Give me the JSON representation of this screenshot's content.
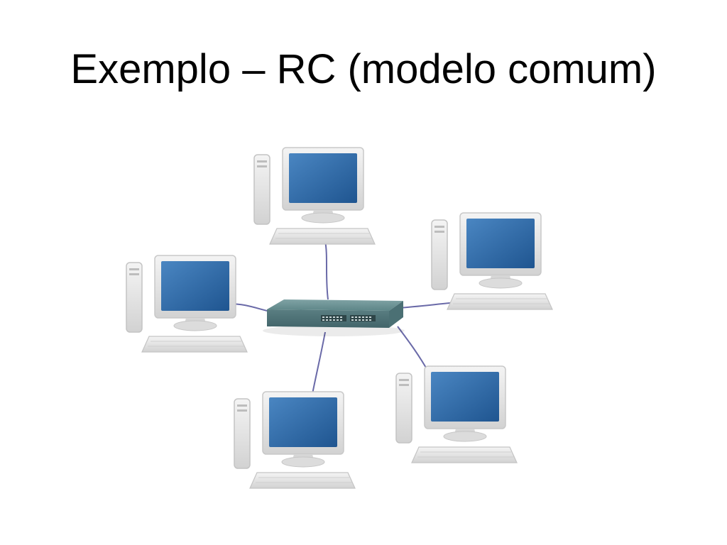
{
  "slide": {
    "title": "Exemplo – RC (modelo comum)"
  },
  "diagram": {
    "nodes": [
      {
        "id": "computer-top",
        "icon": "desktop-computer-icon"
      },
      {
        "id": "computer-left",
        "icon": "desktop-computer-icon"
      },
      {
        "id": "computer-right",
        "icon": "desktop-computer-icon"
      },
      {
        "id": "computer-bottom-left",
        "icon": "desktop-computer-icon"
      },
      {
        "id": "computer-bottom-right",
        "icon": "desktop-computer-icon"
      },
      {
        "id": "network-switch",
        "icon": "network-switch-icon"
      }
    ],
    "edges": [
      {
        "from": "network-switch",
        "to": "computer-top"
      },
      {
        "from": "network-switch",
        "to": "computer-left"
      },
      {
        "from": "network-switch",
        "to": "computer-right"
      },
      {
        "from": "network-switch",
        "to": "computer-bottom-left"
      },
      {
        "from": "network-switch",
        "to": "computer-bottom-right"
      }
    ],
    "colors": {
      "screen": "#2f6aa6",
      "casing": "#e3e3e3",
      "cable": "#6a6aa8",
      "switch": "#5f8a8c"
    }
  }
}
